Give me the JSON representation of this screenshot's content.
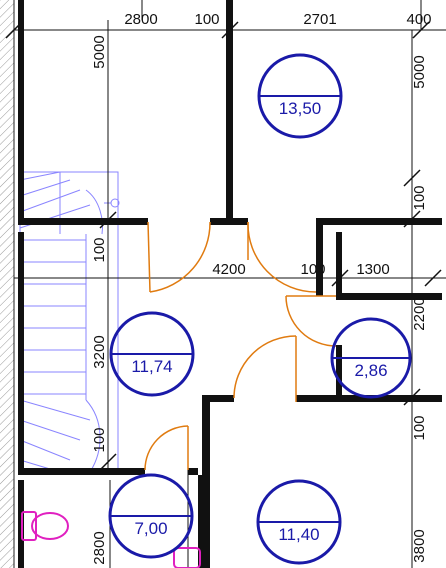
{
  "dimensions": {
    "top_left": "2800",
    "top_gap": "100",
    "top_mid": "2701",
    "top_right": "400",
    "left_room_height": "5000",
    "right_room_height": "5000",
    "right_wall_a": "100",
    "stair_wall": "100",
    "hall_width": "4200",
    "hall_wall": "100",
    "small_room_width": "1300",
    "hall_height": "3200",
    "small_room_height": "2200",
    "right_wall_b": "100",
    "bath_wall": "100",
    "bath_height": "2800",
    "lower_room_height": "3800"
  },
  "rooms": [
    {
      "label": "13,50"
    },
    {
      "label": "11,74"
    },
    {
      "label": "2,86"
    },
    {
      "label": "7,00"
    },
    {
      "label": "11,40"
    }
  ],
  "colors": {
    "walls": "#111111",
    "room_markers": "#1a1aa8",
    "doors": "#e07b10",
    "stairs": "#8a85ff",
    "fixtures": "#e020c0"
  }
}
